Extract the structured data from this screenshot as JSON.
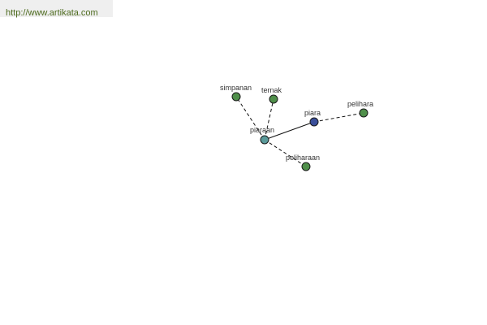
{
  "banner": {
    "url_text": "http://www.artikata.com"
  },
  "colors": {
    "related_node": "#4f8f4a",
    "root_node": "#5a9a9a",
    "base_node": "#3a4f9a",
    "banner_text": "#4d6b1e"
  },
  "diagram": {
    "nodes": [
      {
        "id": "piaraan",
        "label": "piaraan",
        "role": "root"
      },
      {
        "id": "piara",
        "label": "piara",
        "role": "base"
      },
      {
        "id": "pelihara",
        "label": "pelihara",
        "role": "related"
      },
      {
        "id": "simpanan",
        "label": "simpanan",
        "role": "related"
      },
      {
        "id": "ternak",
        "label": "ternak",
        "role": "related"
      },
      {
        "id": "peliharaan",
        "label": "peliharaan",
        "role": "related"
      }
    ],
    "edges": [
      {
        "from": "piaraan",
        "to": "piara",
        "style": "solid"
      },
      {
        "from": "piara",
        "to": "pelihara",
        "style": "dashed"
      },
      {
        "from": "piaraan",
        "to": "simpanan",
        "style": "dashed"
      },
      {
        "from": "piaraan",
        "to": "ternak",
        "style": "dashed"
      },
      {
        "from": "piaraan",
        "to": "peliharaan",
        "style": "dashed"
      }
    ]
  }
}
